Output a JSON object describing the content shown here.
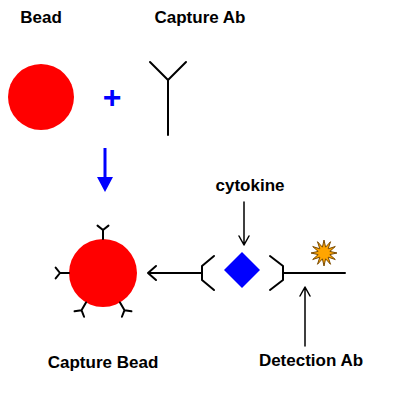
{
  "diagram": {
    "nodes": [
      {
        "text": [
          "Bead"
        ]
      },
      {
        "text": [
          "Capture Bead"
        ]
      }
    ],
    "labels": [
      "Capture Ab",
      "+",
      "cytokine",
      "Detection Ab"
    ]
  }
}
